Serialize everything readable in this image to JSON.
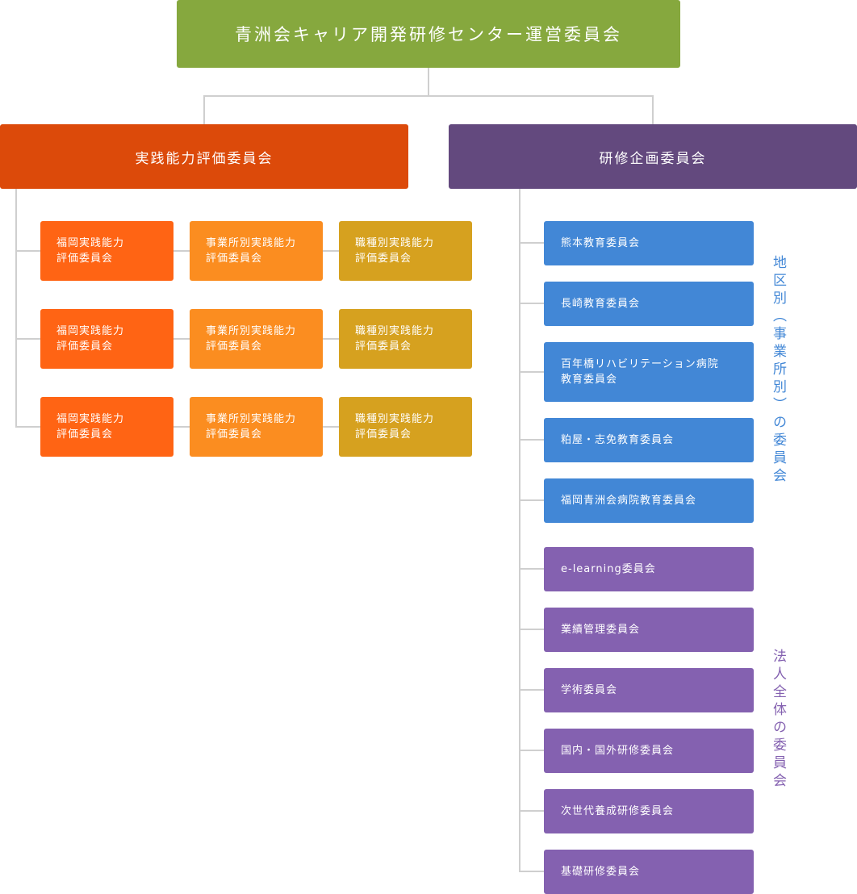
{
  "top": {
    "label": "青洲会キャリア開発研修センター運営委員会"
  },
  "left_branch": {
    "label": "実践能力評価委員会",
    "rows": [
      {
        "a": "福岡実践能力\n評価委員会",
        "b": "事業所別実践能力\n評価委員会",
        "c": "職種別実践能力\n評価委員会"
      },
      {
        "a": "福岡実践能力\n評価委員会",
        "b": "事業所別実践能力\n評価委員会",
        "c": "職種別実践能力\n評価委員会"
      },
      {
        "a": "福岡実践能力\n評価委員会",
        "b": "事業所別実践能力\n評価委員会",
        "c": "職種別実践能力\n評価委員会"
      }
    ]
  },
  "right_branch": {
    "label": "研修企画委員会",
    "regional": {
      "group_label": "地区別（事業所別）の委員会",
      "items": [
        "熊本教育委員会",
        "長崎教育委員会",
        "百年橋リハビリテーション病院\n教育委員会",
        "粕屋・志免教育委員会",
        "福岡青洲会病院教育委員会"
      ]
    },
    "corporate": {
      "group_label": "法人全体の委員会",
      "items": [
        "e-learning委員会",
        "業績管理委員会",
        "学術委員会",
        "国内・国外研修委員会",
        "次世代養成研修委員会",
        "基礎研修委員会"
      ]
    }
  },
  "colors": {
    "top": "#86a83e",
    "left_branch": "#dc4a0a",
    "right_branch": "#63497e",
    "fukuoka": "#ff6414",
    "jigyosho": "#fb8d20",
    "shokushu": "#d6a11f",
    "regional": "#4287d6",
    "corporate": "#8461b0",
    "connector": "#cfcfcf"
  }
}
